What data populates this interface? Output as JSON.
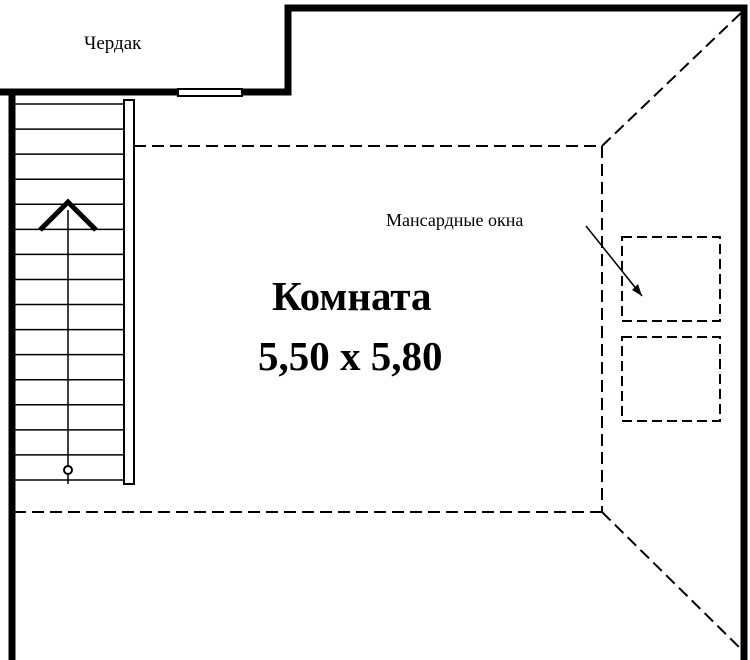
{
  "labels": {
    "attic": "Чердак",
    "dormer_windows": "Мансардные окна",
    "room_title": "Комната",
    "room_size": "5,50 х 5,80"
  },
  "colors": {
    "line": "#000000",
    "background": "#ffffff"
  },
  "stair": {
    "direction_symbol": "up-arrow",
    "step_count": 15
  }
}
